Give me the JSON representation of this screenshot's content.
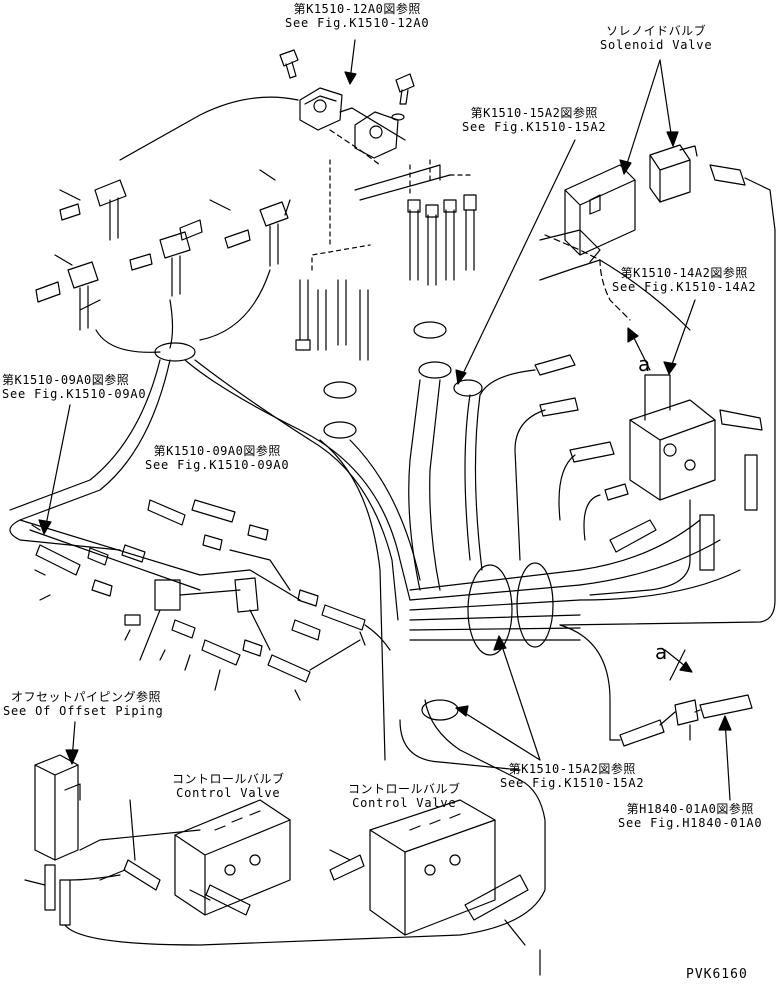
{
  "labels": {
    "fig_12a0": {
      "jp": "第K1510-12A0図参照",
      "en": "See Fig.K1510-12A0"
    },
    "solenoid": {
      "jp": "ソレノイドバルブ",
      "en": "Solenoid Valve"
    },
    "fig_15a2_top": {
      "jp": "第K1510-15A2図参照",
      "en": "See Fig.K1510-15A2"
    },
    "fig_14a2": {
      "jp": "第K1510-14A2図参照",
      "en": "See Fig.K1510-14A2"
    },
    "fig_09a0_left": {
      "jp": "第K1510-09A0図参照",
      "en": "See Fig.K1510-09A0"
    },
    "fig_09a0_mid": {
      "jp": "第K1510-09A0図参照",
      "en": "See Fig.K1510-09A0"
    },
    "offset": {
      "jp": "オフセットパイピング参照",
      "en": "See Of Offset Piping"
    },
    "control_left": {
      "jp": "コントロールバルブ",
      "en": "Control Valve"
    },
    "control_right": {
      "jp": "コントロールバルブ",
      "en": "Control Valve"
    },
    "fig_15a2_bottom": {
      "jp": "第K1510-15A2図参照",
      "en": "See Fig.K1510-15A2"
    },
    "fig_h1840": {
      "jp": "第H1840-01A0図参照",
      "en": "See Fig.H1840-01A0"
    }
  },
  "letters": {
    "a_upper": "a",
    "a_lower": "a"
  },
  "drawing_code": "PVK6160"
}
